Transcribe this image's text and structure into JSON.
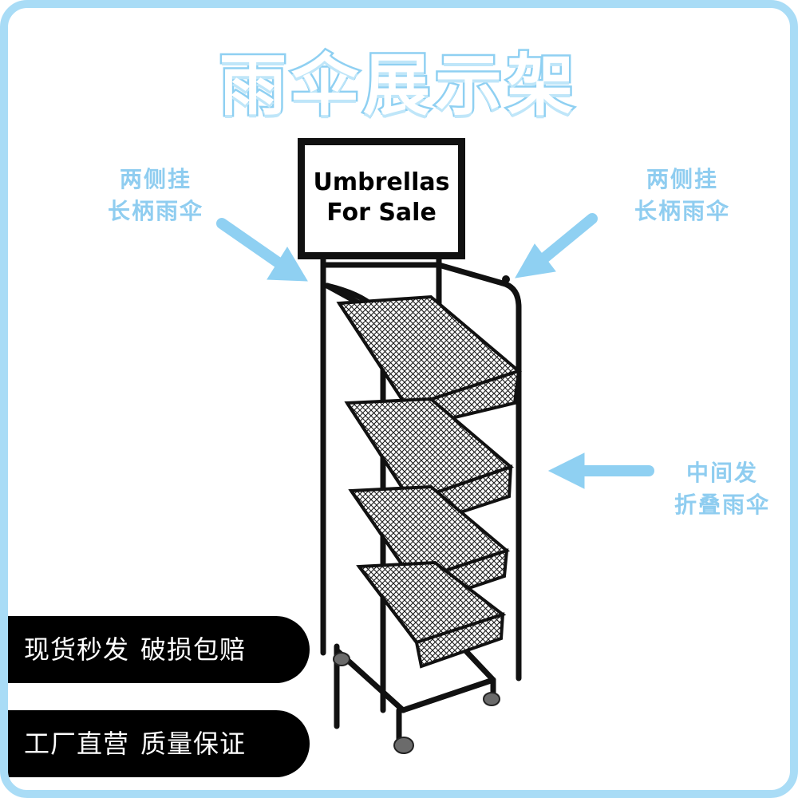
{
  "title": "雨伞展示架",
  "sign": {
    "line1": "Umbrellas",
    "line2": "For Sale"
  },
  "callouts": {
    "left": {
      "line1": "两侧挂",
      "line2": "长柄雨伞"
    },
    "right": {
      "line1": "两侧挂",
      "line2": "长柄雨伞"
    },
    "middle": {
      "line1": "中间发",
      "line2": "折叠雨伞"
    }
  },
  "badges": {
    "first": {
      "part1": "现货秒发",
      "part2": "破损包赔"
    },
    "second": {
      "part1": "工厂直营",
      "part2": "质量保证"
    }
  },
  "colors": {
    "accent": "#8fd0f2",
    "border": "#a9dcf6",
    "badge_bg": "#000000",
    "badge_text": "#ffffff"
  }
}
